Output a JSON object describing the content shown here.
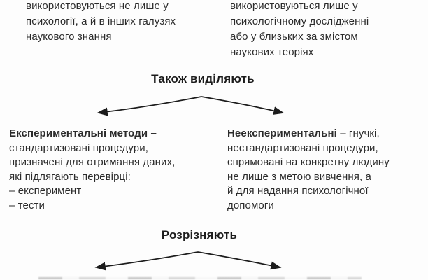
{
  "colors": {
    "bg": "#fdfdfd",
    "text": "#2b2b2b",
    "heading": "#1c1c1c",
    "arrow": "#1c1c1c"
  },
  "top_left_block": {
    "lines": [
      "використовуються не лише у",
      "психології, а й в інших галузях",
      "наукового знання"
    ]
  },
  "top_right_block": {
    "lines": [
      "використовуються лише у",
      "психологічному дослідженні",
      "або у близьких за змістом",
      "наукових теоріях"
    ]
  },
  "section_also": {
    "heading": "Також виділяють"
  },
  "experimental_block": {
    "title": "Експериментальні методи –",
    "lines": [
      "стандартизовані процедури,",
      "призначені для отримання даних,",
      "які підлягають перевірці:",
      "– експеримент",
      "– тести"
    ]
  },
  "nonexperimental_block": {
    "title_bold": "Неекспериментальні",
    "title_rest": " – гнучкі,",
    "lines": [
      "нестандартизовані процедури,",
      "спрямовані на конкретну людину",
      "не лише з метою вивчення, а",
      "й для надання психологічної",
      "допомоги"
    ]
  },
  "section_distinguish": {
    "heading": "Розрізняють"
  }
}
